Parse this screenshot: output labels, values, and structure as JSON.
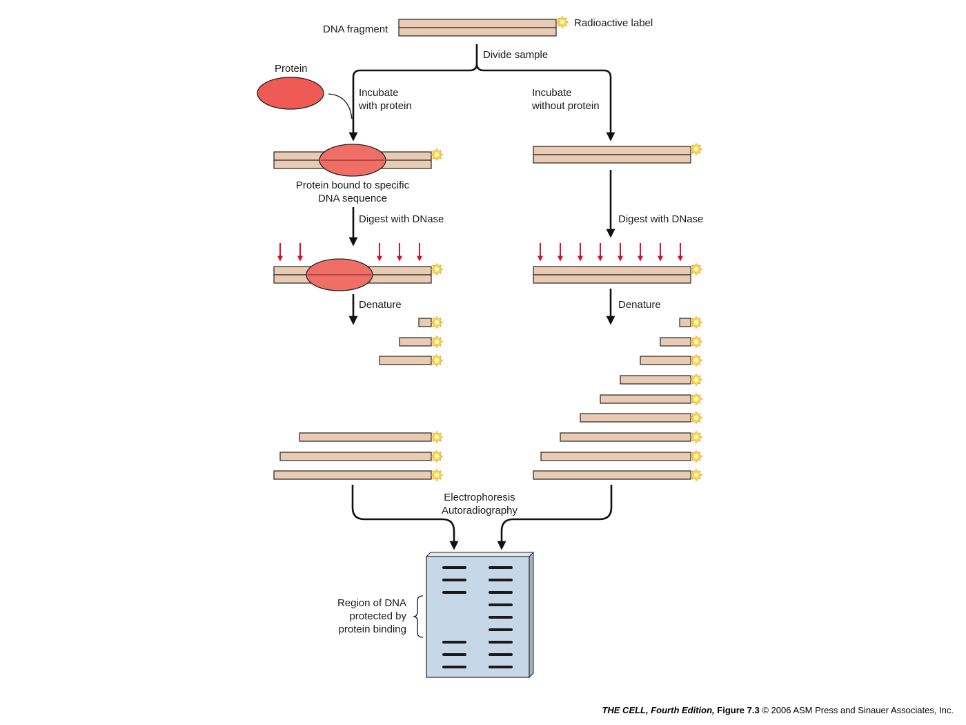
{
  "labels": {
    "dna_fragment": "DNA fragment",
    "radioactive_label": "Radioactive label",
    "divide_sample": "Divide sample",
    "protein": "Protein",
    "incubate_with_1": "Incubate",
    "incubate_with_2": "with protein",
    "incubate_without_1": "Incubate",
    "incubate_without_2": "without protein",
    "bound_1": "Protein bound to specific",
    "bound_2": "DNA sequence",
    "digest_left": "Digest with DNase",
    "digest_right": "Digest with DNase",
    "denature_left": "Denature",
    "denature_right": "Denature",
    "electrophoresis": "Electrophoresis",
    "autoradiography": "Autoradiography",
    "region_1": "Region of DNA",
    "region_2": "protected by",
    "region_3": "protein binding"
  },
  "caption": {
    "book": "THE CELL,",
    "edition": "Fourth Edition,",
    "figure": "Figure 7.3",
    "copyright": "© 2006 ASM Press and Sinauer Associates, Inc."
  },
  "colors": {
    "dna": "#e8cbb2",
    "protein": "#f05a55",
    "protein_over_dna": "#ef6e66",
    "dnase_arrow": "#d8102f",
    "gel": "#c6d7e7",
    "band": "#1a1a1a",
    "label_star": "#ffd21f"
  },
  "gel": {
    "left_lane_bands": 6,
    "right_lane_bands": 9
  }
}
